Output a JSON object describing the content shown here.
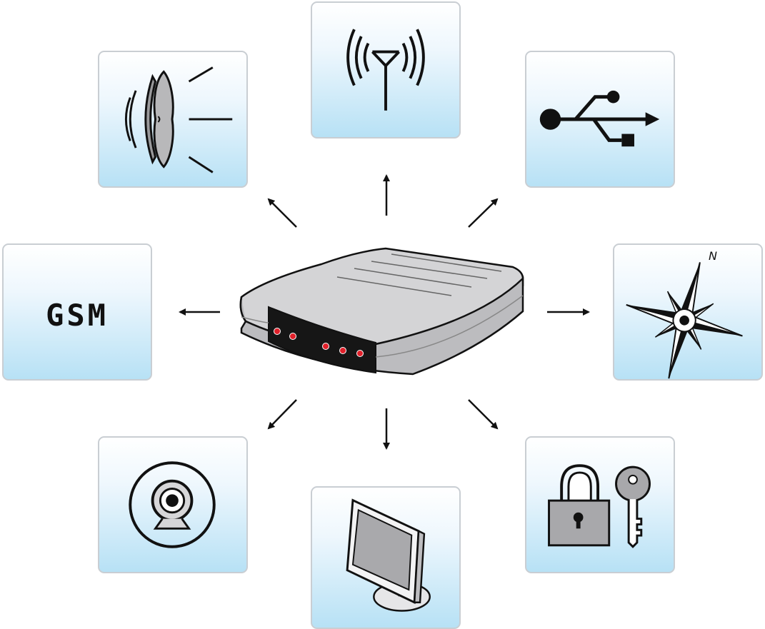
{
  "diagram": {
    "center_device": "router-icon",
    "connections": [
      {
        "id": "speaker",
        "icon": "speaker-icon"
      },
      {
        "id": "antenna",
        "icon": "wireless-antenna-icon"
      },
      {
        "id": "usb",
        "icon": "usb-icon"
      },
      {
        "id": "gsm",
        "icon": "gsm-icon",
        "label": "GSM"
      },
      {
        "id": "compass",
        "icon": "compass-rose-icon",
        "label": "N"
      },
      {
        "id": "webcam",
        "icon": "webcam-icon"
      },
      {
        "id": "monitor",
        "icon": "monitor-icon"
      },
      {
        "id": "lock",
        "icon": "lock-and-key-icon"
      }
    ]
  },
  "gsm": {
    "label": "GSM"
  },
  "compass": {
    "north_label": "N"
  },
  "colors": {
    "tile_top": "#ffffff",
    "tile_bottom": "#b7e1f5",
    "tile_border": "#c9ced3",
    "device_gray": "#cfcfd1",
    "led_red": "#e0202a",
    "ink": "#111111"
  }
}
